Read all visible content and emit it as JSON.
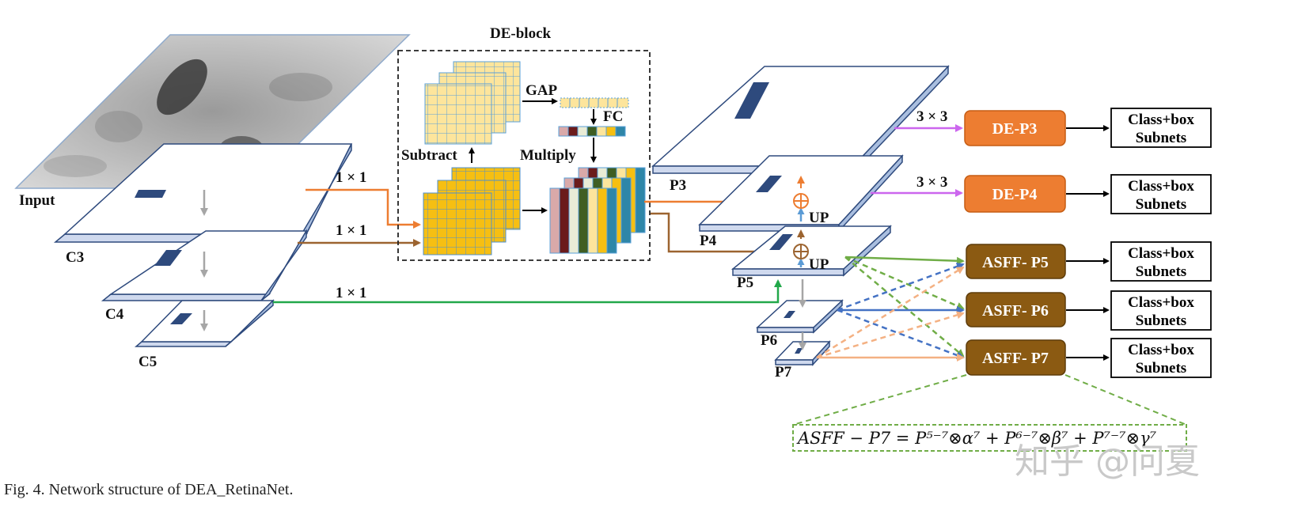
{
  "de_block": {
    "title": "DE-block",
    "gap": "GAP",
    "fc": "FC",
    "subtract": "Subtract",
    "multiply": "Multiply"
  },
  "inputs": {
    "input": "Input",
    "c3": "C3",
    "c4": "C4",
    "c5": "C5"
  },
  "convs": {
    "c3_conv": "1 × 1",
    "c4_conv": "1 × 1",
    "c5_conv": "1 × 1"
  },
  "pyramid": {
    "p3": "P3",
    "p4": "P4",
    "p5": "P5",
    "p6": "P6",
    "p7": "P7",
    "up1": "UP",
    "up2": "UP"
  },
  "heads": {
    "conv_p3": "3 × 3",
    "conv_p4": "3 × 3",
    "modules": [
      "DE-P3",
      "DE-P4",
      "ASFF- P5",
      "ASFF- P6",
      "ASFF- P7"
    ],
    "subnet_line1": "Class+box",
    "subnet_line2": "Subnets"
  },
  "equation": "ASFF − P7 = P⁵⁻⁷⊗α⁷ + P⁶⁻⁷⊗β⁷ + P⁷⁻⁷⊗γ⁷",
  "caption": "Fig. 4.    Network structure of DEA_RetinaNet.",
  "watermark": "知乎 @问夏",
  "colors": {
    "de_module": "#ed7d31",
    "asff_module": "#8b5a12",
    "c3_path": "#ed7d31",
    "c4_path": "#9c6430",
    "c5_path": "#22a84a",
    "p3_conv": "#cc66ee",
    "asff_green": "#70ad47",
    "asff_blue": "#4472c4",
    "asff_peach": "#f4b183"
  }
}
